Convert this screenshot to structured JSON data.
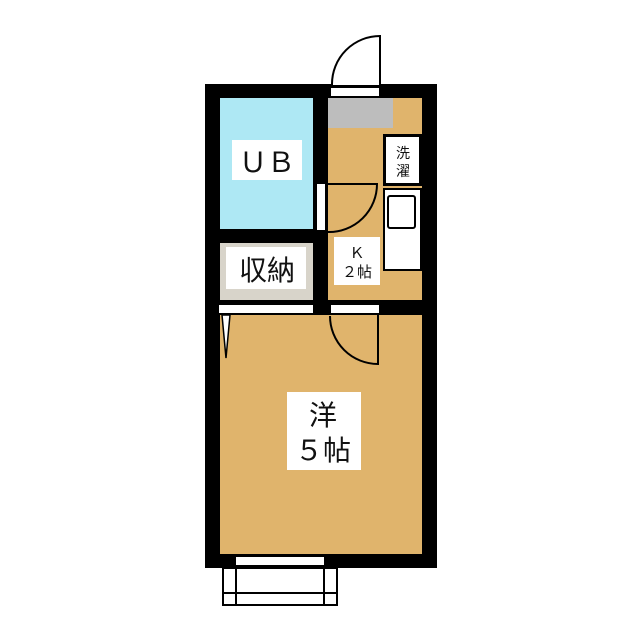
{
  "floorplan": {
    "rooms": {
      "unit_bath": {
        "label": "ＵＢ"
      },
      "storage": {
        "label": "収納"
      },
      "kitchen": {
        "label_line1": "Ｋ",
        "label_line2": "２帖"
      },
      "laundry": {
        "label_line1": "洗",
        "label_line2": "濯"
      },
      "western_room": {
        "label_line1": "洋",
        "label_line2": "５帖"
      }
    },
    "colors": {
      "wall": "#000000",
      "floor": "#e0b46c",
      "bath": "#aee8f4",
      "storage": "#d8d4ca",
      "entry": "#bdbdbd"
    }
  }
}
